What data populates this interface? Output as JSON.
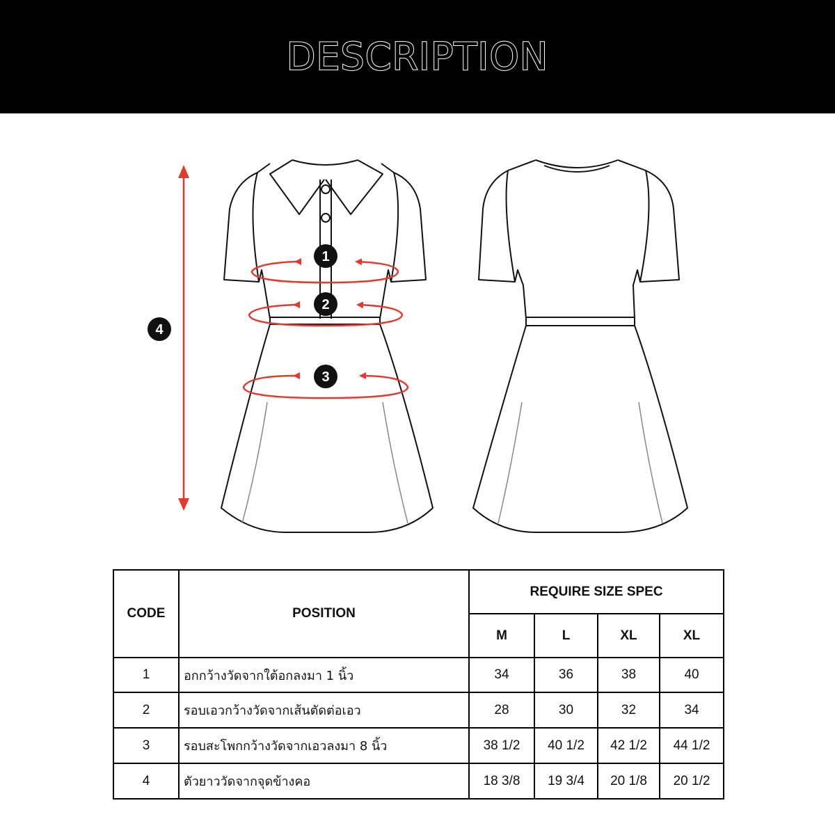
{
  "header": {
    "title": "DESCRIPTION"
  },
  "markers": [
    "1",
    "2",
    "3",
    "4"
  ],
  "colors": {
    "measure_arrow": "#e23a2e",
    "header_bg": "#000000"
  },
  "table": {
    "code_header": "CODE",
    "position_header": "POSITION",
    "spec_header": "REQUIRE SIZE SPEC",
    "sizes": [
      "M",
      "L",
      "XL",
      "XL"
    ],
    "rows": [
      {
        "code": "1",
        "position": "อกกว้างวัดจากใต้อกลงมา 1 นิ้ว",
        "values": [
          "34",
          "36",
          "38",
          "40"
        ]
      },
      {
        "code": "2",
        "position": "รอบเอวกว้างวัดจากเส้นตัดต่อเอว",
        "values": [
          "28",
          "30",
          "32",
          "34"
        ]
      },
      {
        "code": "3",
        "position": "รอบสะโพกกว้างวัดจากเอวลงมา 8 นิ้ว",
        "values": [
          "38 1/2",
          "40 1/2",
          "42 1/2",
          "44 1/2"
        ]
      },
      {
        "code": "4",
        "position": "ตัวยาววัดจากจุดข้างคอ",
        "values": [
          "18 3/8",
          "19 3/4",
          "20 1/8",
          "20 1/2"
        ]
      }
    ]
  }
}
